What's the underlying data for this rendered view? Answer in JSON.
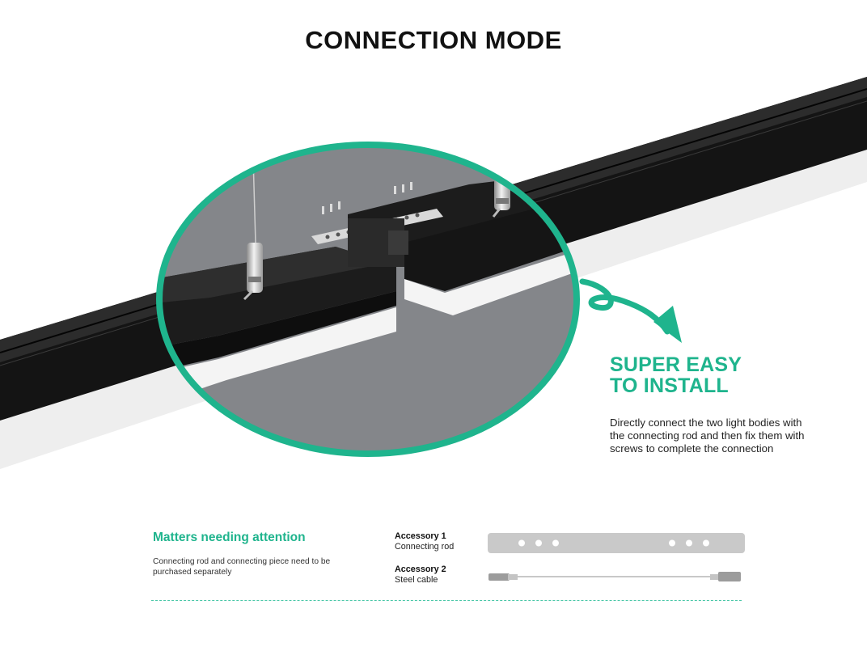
{
  "title": "CONNECTION MODE",
  "headline": {
    "line1": "SUPER EASY",
    "line2": "TO INSTALL"
  },
  "description": "Directly connect the two light bodies with the connecting rod and then fix them with screws to complete the connection",
  "notice": {
    "title": "Matters needing attention",
    "text": "Connecting rod and connecting piece need to be purchased separately"
  },
  "accessories": [
    {
      "title": "Accessory 1",
      "name": "Connecting rod"
    },
    {
      "title": "Accessory 2",
      "name": "Steel cable"
    }
  ],
  "colors": {
    "accent": "#1fb48d",
    "profile": "#141414",
    "diffuser": "#f4f4f4",
    "zoom_background": "#84868a"
  }
}
